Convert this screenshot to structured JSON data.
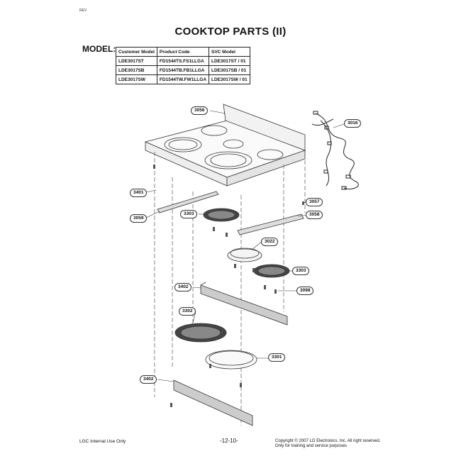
{
  "header": {
    "corner_mark": "REV"
  },
  "title": "COOKTOP PARTS (II)",
  "model_label": "MODEL:",
  "model_table": {
    "headers": [
      "Customer Model",
      "Product Code",
      "SVC Model"
    ],
    "rows": [
      [
        "LDE3017ST",
        "FD1544TS.FS1LLGA",
        "LDE3017ST / 01"
      ],
      [
        "LDE3017SB",
        "FD1544TB.FB1LLGA",
        "LDE3017SB / 01"
      ],
      [
        "LDE3017SW",
        "FD1544TW.FW1LLGA",
        "LDE3017SW / 01"
      ]
    ]
  },
  "callouts": [
    {
      "id": "c3056",
      "label": "3056"
    },
    {
      "id": "c3016",
      "label": "3016"
    },
    {
      "id": "c3401",
      "label": "3401"
    },
    {
      "id": "c3057",
      "label": "3057"
    },
    {
      "id": "c3059",
      "label": "3059"
    },
    {
      "id": "c3303a",
      "label": "3303"
    },
    {
      "id": "c3058",
      "label": "3058"
    },
    {
      "id": "c3022",
      "label": "3022"
    },
    {
      "id": "c3303b",
      "label": "3303"
    },
    {
      "id": "c3402a",
      "label": "3402"
    },
    {
      "id": "c3098",
      "label": "3098"
    },
    {
      "id": "c3302",
      "label": "3302"
    },
    {
      "id": "c3301",
      "label": "3301"
    },
    {
      "id": "c3402b",
      "label": "3402"
    }
  ],
  "footer": {
    "left": "LGC Internal Use Only",
    "page": "-12-10-",
    "copyright_line1": "Copyright © 2007 LG Electronics. Inc. All right reserved.",
    "copyright_line2": "Only for training and service purposes"
  }
}
